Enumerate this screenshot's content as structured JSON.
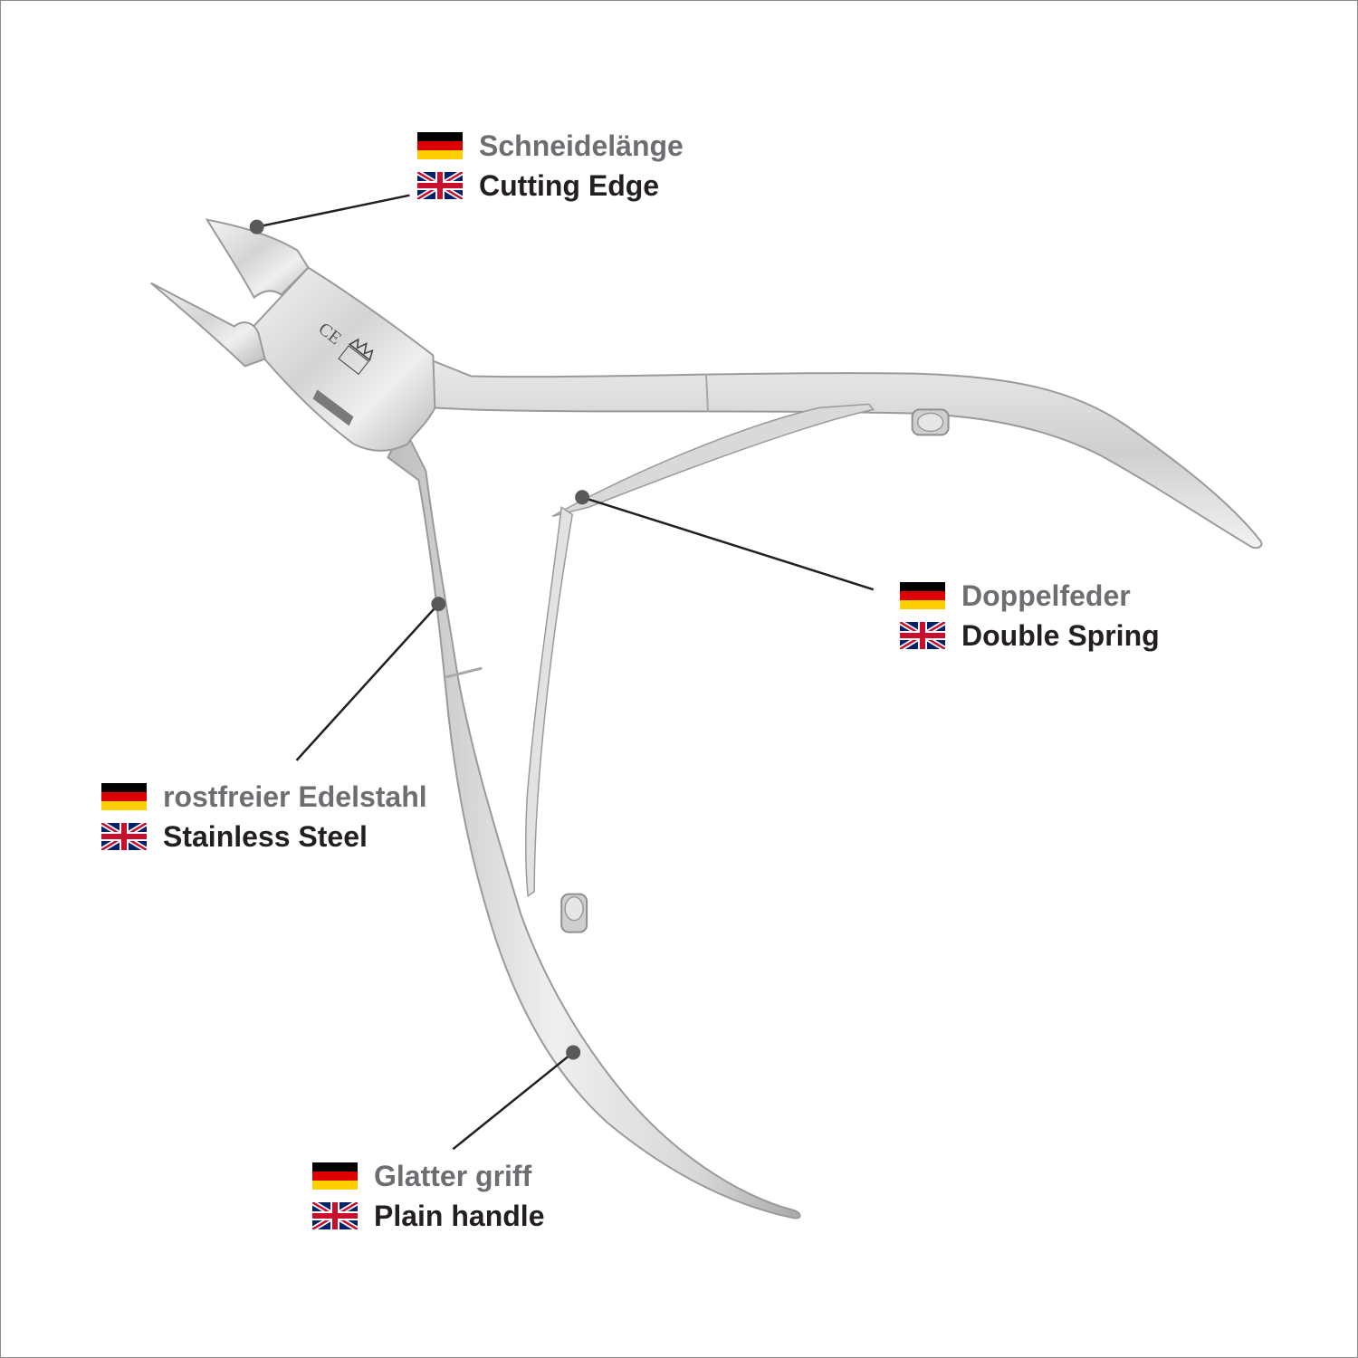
{
  "callouts": {
    "cutting_edge": {
      "de": "Schneidelänge",
      "en": "Cutting Edge"
    },
    "double_spring": {
      "de": "Doppelfeder",
      "en": "Double Spring"
    },
    "stainless_steel": {
      "de": "rostfreier Edelstahl",
      "en": "Stainless Steel"
    },
    "plain_handle": {
      "de": "Glatter griff",
      "en": "Plain handle"
    }
  },
  "flags": {
    "de": "germany-flag-icon",
    "en": "uk-flag-icon"
  },
  "colors": {
    "german_text": "#6d6e71",
    "english_text": "#231f20",
    "leader_line": "#231f20",
    "marker_dot": "#58595b"
  }
}
